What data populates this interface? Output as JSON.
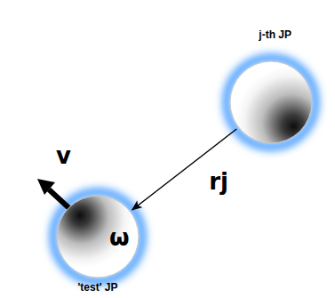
{
  "diagram": {
    "nodes": [
      {
        "text": [
          "j-th JP"
        ]
      },
      {
        "text": [
          "'test' JP"
        ]
      }
    ],
    "edges": [
      {
        "from": 0,
        "to": 1,
        "arrow": "to",
        "label": "rj"
      }
    ],
    "labels": [
      "v",
      "ω"
    ]
  }
}
